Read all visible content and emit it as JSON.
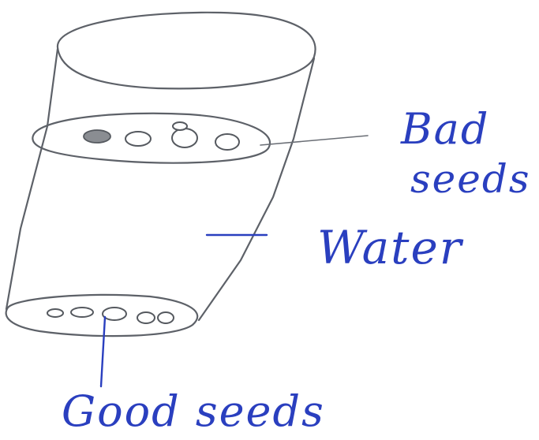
{
  "labels": {
    "bad_seeds_line1": "Bad",
    "bad_seeds_line2": "seeds",
    "water": "Water",
    "good_seeds": "Good seeds"
  },
  "colors": {
    "ink": "#2a3fbf",
    "pencil": "#5d6168",
    "background": "#ffffff"
  }
}
